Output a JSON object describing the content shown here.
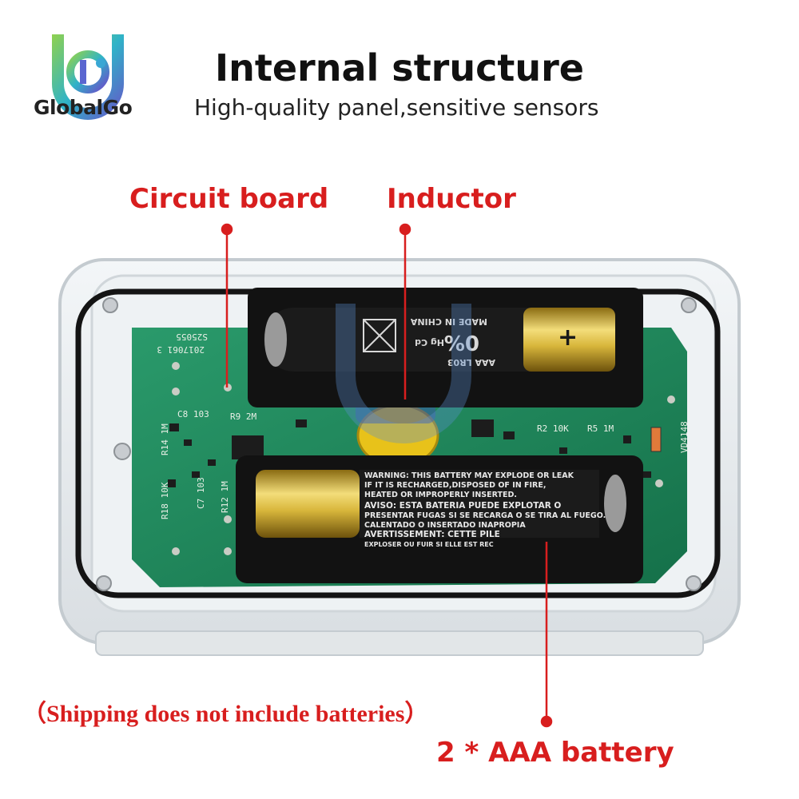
{
  "brand": {
    "name": "GlobalGo"
  },
  "header": {
    "title": "Internal structure",
    "subtitle": "High-quality panel,sensitive sensors"
  },
  "callouts": {
    "circuit_board": "Circuit board",
    "inductor": "Inductor",
    "battery": "2 * AAA battery"
  },
  "note": "（Shipping does not include batteries）",
  "photo": {
    "pcb_text": [
      "2017061 3",
      "S25055",
      "C8 103",
      "R9 2M",
      "R14 1M",
      "R18 10K",
      "C7 103",
      "R12 1M",
      "R2 10K",
      "R5 1M",
      "VD4148"
    ],
    "battery_top_text": [
      "MADE IN CHINA",
      "0%",
      "Hg Cd",
      "AAA LR03"
    ],
    "battery_bottom_text": [
      "WARNING: THIS BATTERY MAY EXPLODE OR LEAK",
      "IF IT IS RECHARGED,DISPOSED OF IN FIRE,",
      "HEATED OR IMPROPERLY INSERTED.",
      "AVISO: ESTA BATERIA PUEDE EXPLOTAR O",
      "PRESENTAR FUGAS SI SE RECARGA O SE TIRA AL FUEGO.",
      "CALENTADO O INSERTADO INAPROPIA",
      "AVERTISSEMENT: CETTE PILE",
      "EXPLOSER OU FUIR SI ELLE EST REC"
    ]
  },
  "colors": {
    "accent_red": "#d81e1e",
    "pcb_green": "#1f8a5e",
    "battery_gold": "#d8b63b"
  }
}
